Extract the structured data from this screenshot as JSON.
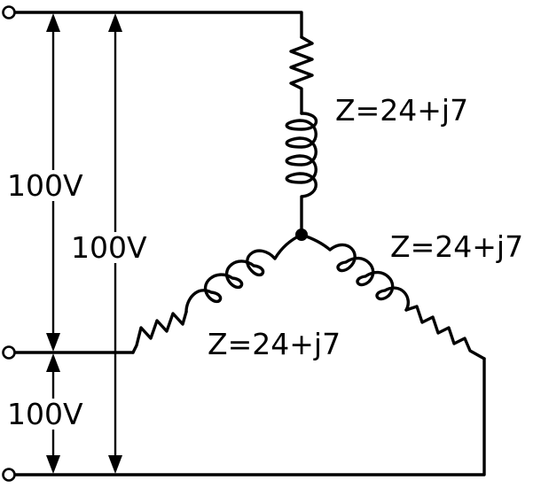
{
  "circuit": {
    "line_voltages": [
      {
        "id": "v-outer",
        "label": "100V"
      },
      {
        "id": "v-top",
        "label": "100V"
      },
      {
        "id": "v-bottom",
        "label": "100V"
      }
    ],
    "phase_impedances": [
      {
        "id": "z-top",
        "label": "Z=24+j7"
      },
      {
        "id": "z-right",
        "label": "Z=24+j7"
      },
      {
        "id": "z-left",
        "label": "Z=24+j7"
      }
    ]
  }
}
